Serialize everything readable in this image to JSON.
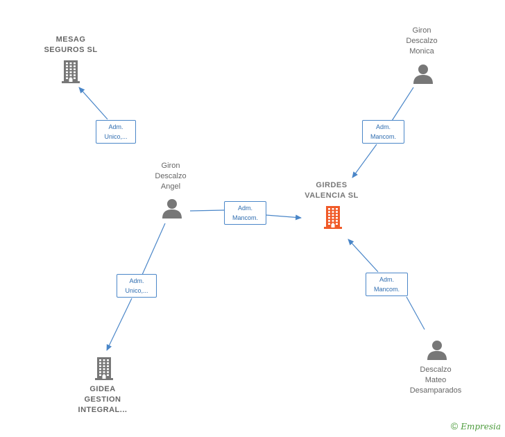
{
  "nodes": {
    "mesag": {
      "lines": [
        "MESAG",
        "SEGUROS  SL"
      ],
      "type": "company",
      "color": "#777777"
    },
    "girdes": {
      "lines": [
        "GIRDES",
        "VALENCIA  SL"
      ],
      "type": "company",
      "color": "#f05a28"
    },
    "gidea": {
      "lines": [
        "GIDEA",
        "GESTION",
        "INTEGRAL..."
      ],
      "type": "company",
      "color": "#777777"
    },
    "angel": {
      "lines": [
        "Giron",
        "Descalzo",
        "Angel"
      ],
      "type": "person",
      "color": "#777777"
    },
    "monica": {
      "lines": [
        "Giron",
        "Descalzo",
        "Monica"
      ],
      "type": "person",
      "color": "#777777"
    },
    "mateo": {
      "lines": [
        "Descalzo",
        "Mateo",
        "Desamparados"
      ],
      "type": "person",
      "color": "#777777"
    }
  },
  "edges": {
    "angel_mesag": {
      "lines": [
        "Adm.",
        "Unico,..."
      ]
    },
    "angel_girdes": {
      "lines": [
        "Adm.",
        "Mancom."
      ]
    },
    "angel_gidea": {
      "lines": [
        "Adm.",
        "Unico,..."
      ]
    },
    "monica_girdes": {
      "lines": [
        "Adm.",
        "Mancom."
      ]
    },
    "mateo_girdes": {
      "lines": [
        "Adm.",
        "Mancom."
      ]
    }
  },
  "edge_color": "#4a86c8",
  "copyright": {
    "symbol": "©",
    "brand": "Empresia"
  }
}
